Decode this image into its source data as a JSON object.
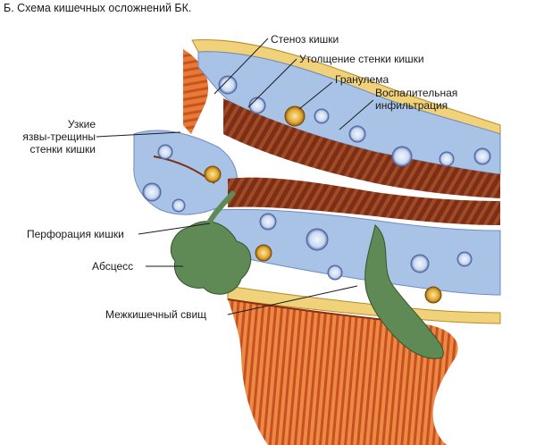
{
  "title": "Б. Схема кишечных осложнений БК.",
  "labels": {
    "stenosis": "Стеноз кишки",
    "wall_thickening": "Утолщение стенки кишки",
    "granuloma": "Гранулема",
    "inflammatory_infiltration_1": "Воспалительная",
    "inflammatory_infiltration_2": "инфильтрация",
    "fissures_1": "Узкие",
    "fissures_2": "язвы-трещины",
    "fissures_3": "стенки кишки",
    "perforation": "Перфорация кишки",
    "abscess": "Абсцесс",
    "fistula": "Межкишечный свищ"
  },
  "colors": {
    "muscle_orange": "#e2732f",
    "muscle_dark": "#b8431a",
    "submucosa_blue": "#a9c3e6",
    "mucosa_brown": "#8a3b1c",
    "granuloma_yellow": "#e5b23a",
    "abscess_green": "#5f8a55",
    "serosa_yellow": "#f0d27a"
  }
}
